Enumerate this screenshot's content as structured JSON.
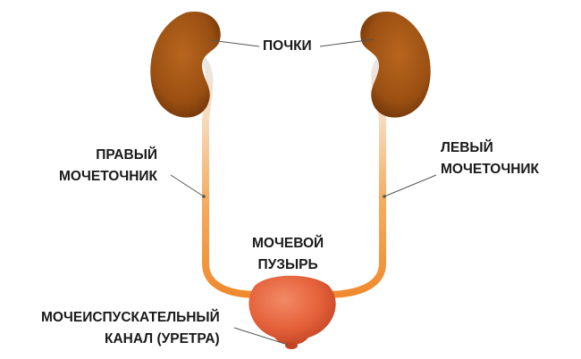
{
  "labels": {
    "kidneys": "ПОЧКИ",
    "right_ureter": [
      "ПРАВЫЙ",
      "МОЧЕТОЧНИК"
    ],
    "left_ureter": [
      "ЛЕВЫЙ",
      "МОЧЕТОЧНИК"
    ],
    "bladder": [
      "МОЧЕВОЙ",
      "ПУЗЫРЬ"
    ],
    "urethra": [
      "МОЧЕИСПУСКАТЕЛЬНЫЙ",
      "КАНАЛ (УРЕТРА)"
    ]
  },
  "colors": {
    "kidney": "#9a4f12",
    "ureter": "#f5a24a",
    "ureter_top": "#ececec",
    "bladder": "#e4613a",
    "leader_line": "#555555"
  }
}
